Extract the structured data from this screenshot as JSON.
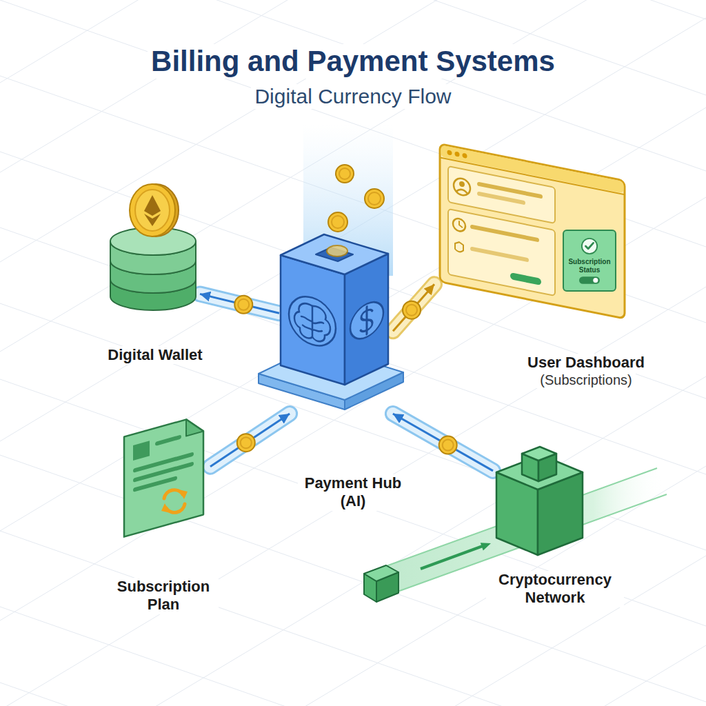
{
  "diagram": {
    "title": "Billing and Payment Systems",
    "nodes": [
      {
        "text": [
          "Digital Wallet"
        ]
      },
      {
        "text": [
          "User Dashboard",
          "(Subscriptions)"
        ]
      },
      {
        "text": [
          "Subscription Status"
        ],
        "in": 1
      },
      {
        "text": [
          "Payment Hub (AI)"
        ]
      },
      {
        "text": [
          "Subscription Plan"
        ]
      },
      {
        "text": [
          "Cryptocurrency Network"
        ]
      }
    ],
    "edges": [
      {
        "from": 3,
        "to": 0,
        "arrow": "to"
      },
      {
        "from": 3,
        "to": 1,
        "arrow": "to"
      },
      {
        "from": 4,
        "to": 3,
        "arrow": "to"
      },
      {
        "from": 5,
        "to": 3,
        "arrow": "to"
      }
    ],
    "labels": [
      "Digital Currency Flow"
    ]
  }
}
